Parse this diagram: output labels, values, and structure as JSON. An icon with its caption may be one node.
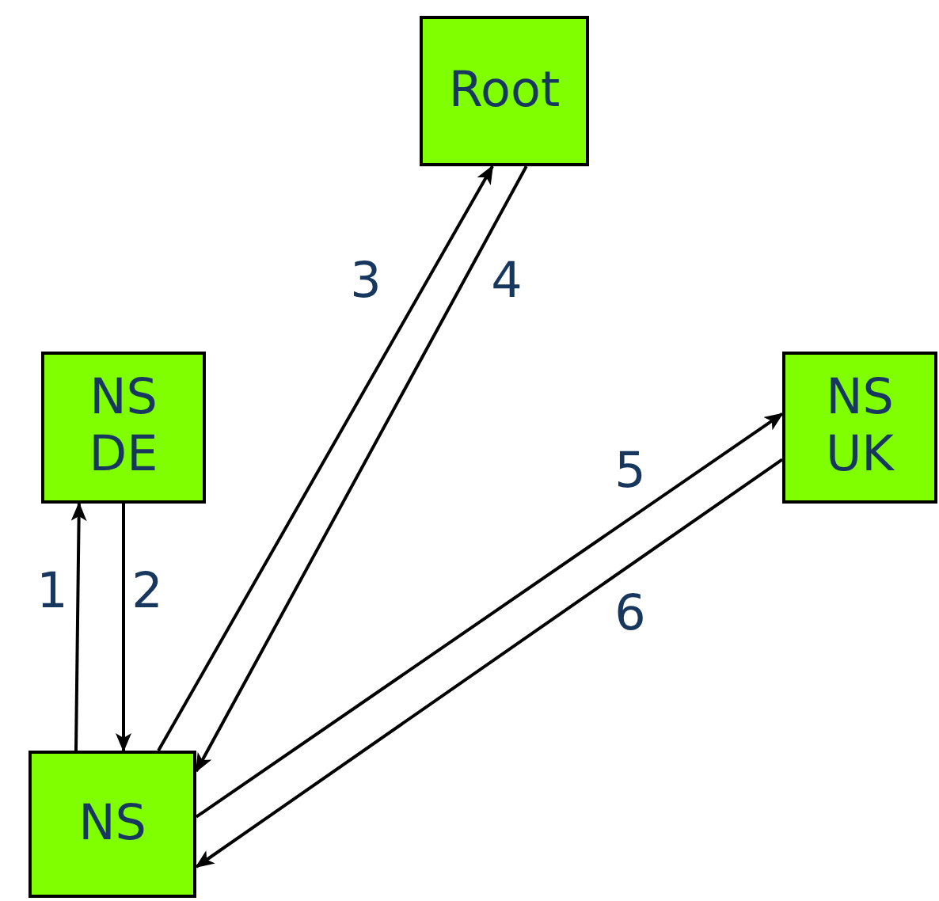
{
  "diagram": {
    "nodes": [
      {
        "text": [
          "Root"
        ]
      },
      {
        "text": [
          "NS DE"
        ]
      },
      {
        "text": [
          "NS UK"
        ]
      },
      {
        "text": [
          "NS"
        ]
      }
    ],
    "edges": [
      {
        "from": 3,
        "to": 1,
        "arrow": "to",
        "label": "1"
      },
      {
        "from": 1,
        "to": 3,
        "arrow": "to",
        "label": "2"
      },
      {
        "from": 3,
        "to": 0,
        "arrow": "to",
        "label": "3"
      },
      {
        "from": 0,
        "to": 3,
        "arrow": "to",
        "label": "4"
      },
      {
        "from": 3,
        "to": 2,
        "arrow": "to",
        "label": "5"
      },
      {
        "from": 2,
        "to": 3,
        "arrow": "to",
        "label": "6"
      }
    ]
  }
}
